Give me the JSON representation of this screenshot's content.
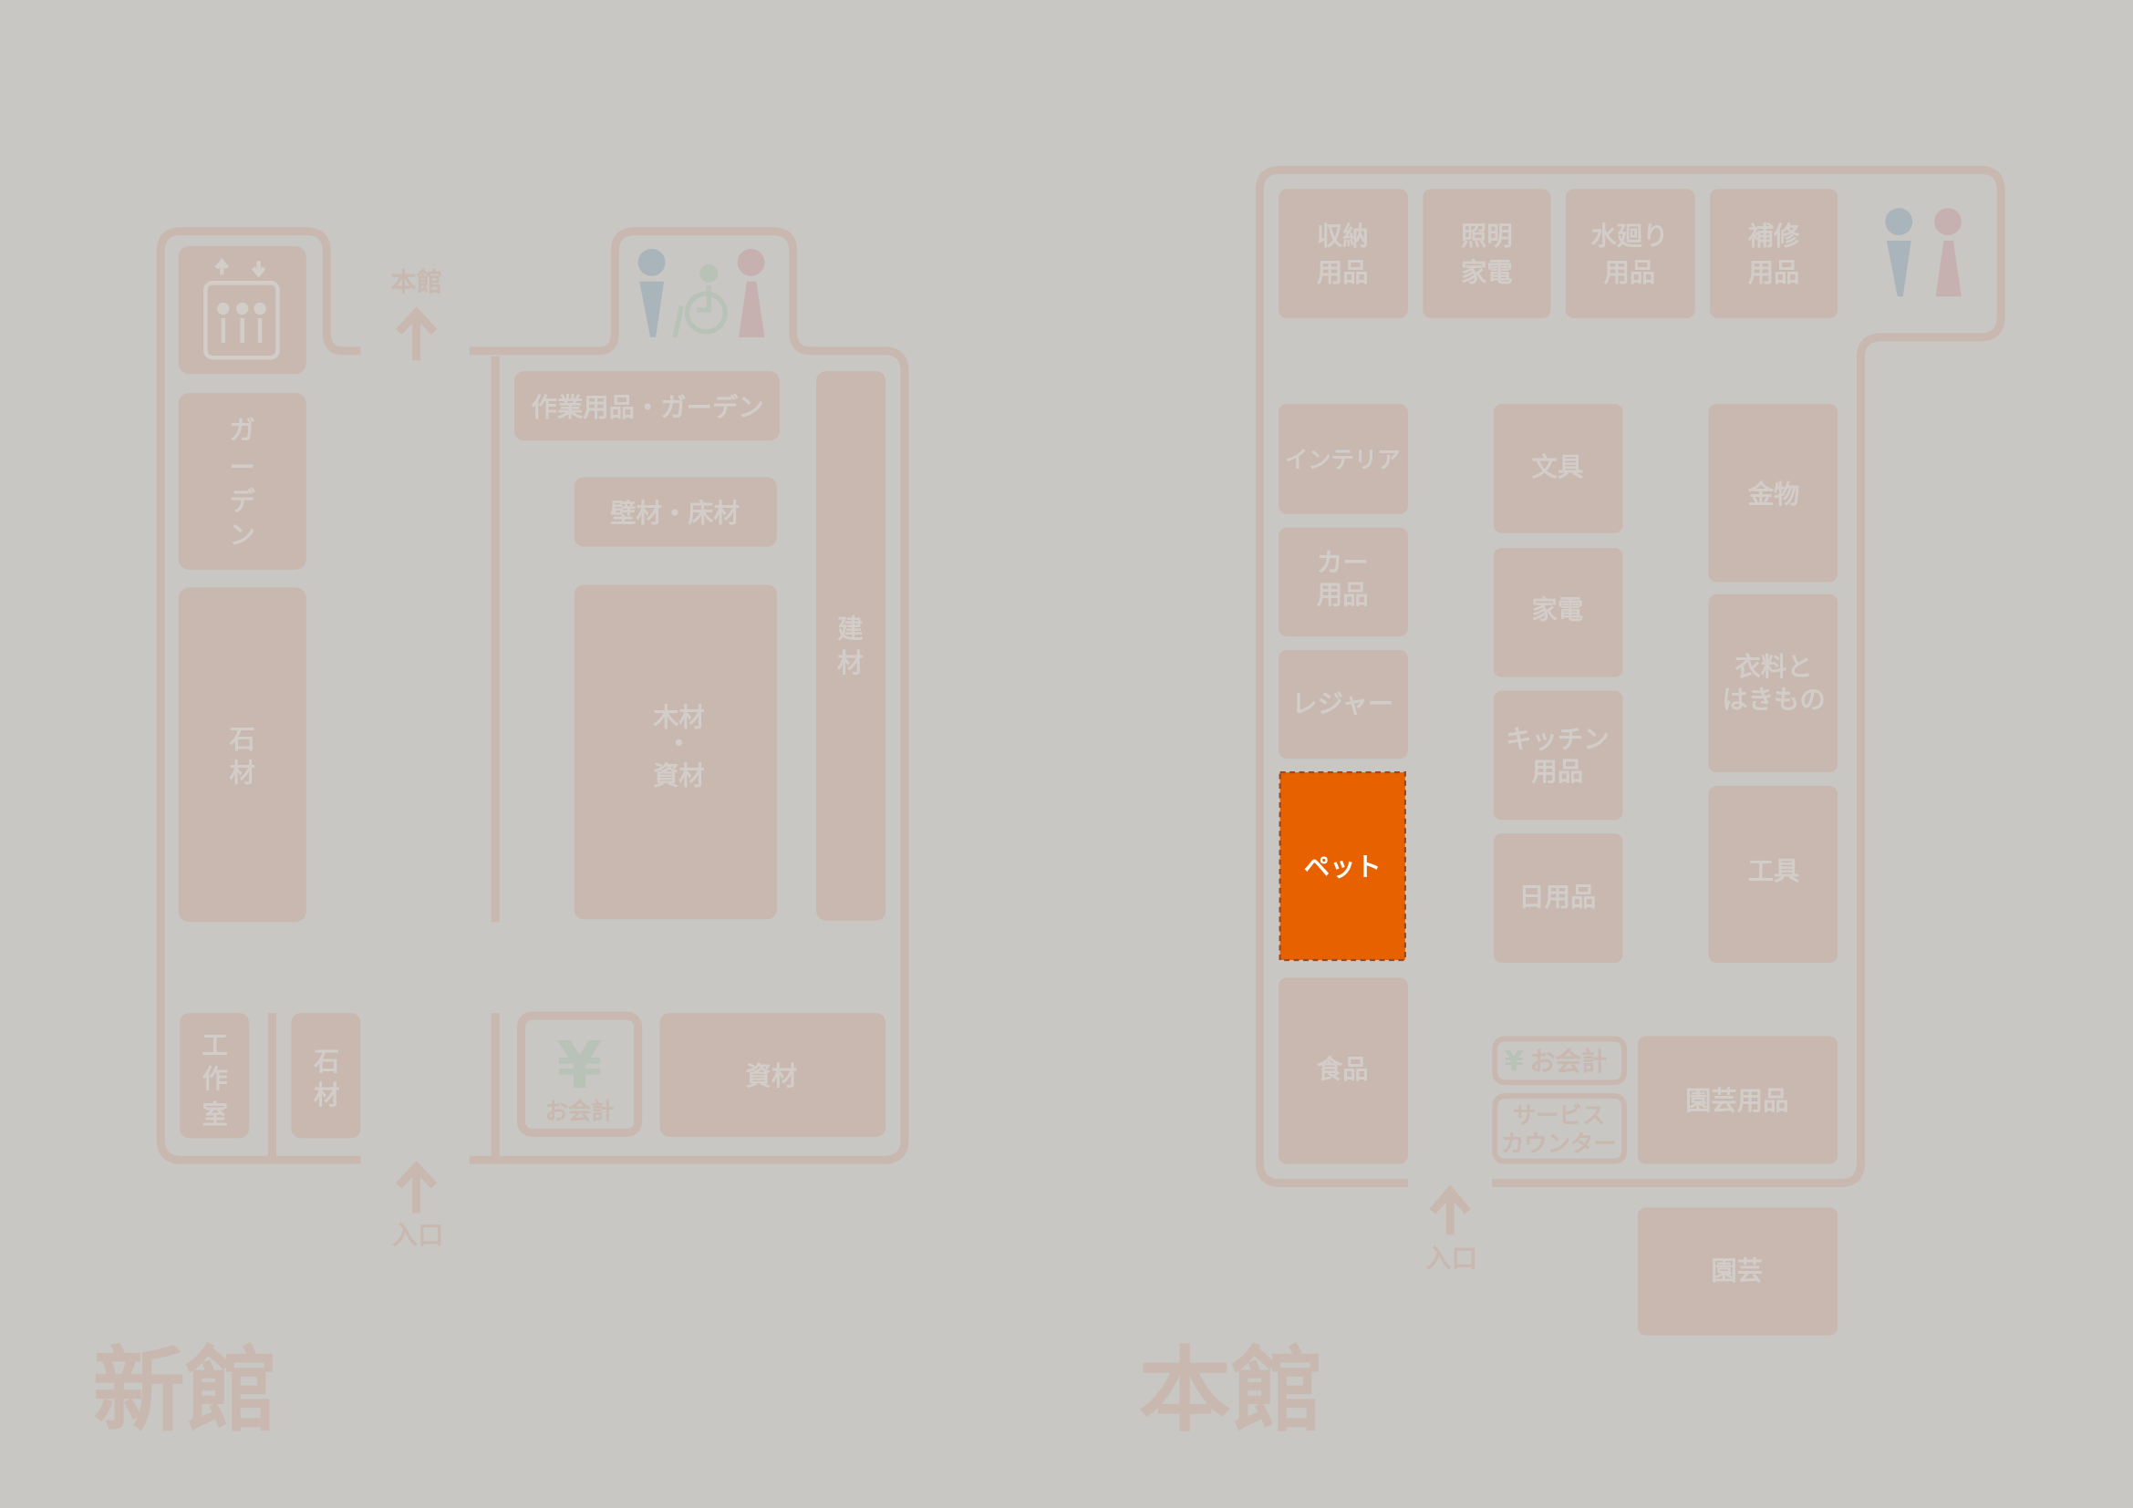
{
  "buildings": {
    "new": {
      "title": "新館",
      "to_main": "本館",
      "entrance": "入口",
      "areas": {
        "garden": [
          "ガ",
          "ー",
          "デ",
          "ン"
        ],
        "stone1": [
          "石",
          "材"
        ],
        "workshop": [
          "工",
          "作",
          "室"
        ],
        "stone2": [
          "石",
          "材"
        ],
        "work_garden": "作業用品・ガーデン",
        "wall_floor": "壁材・床材",
        "wood": [
          "木材",
          "・",
          "資材"
        ],
        "build": [
          "建",
          "材"
        ],
        "checkout": "お会計",
        "material": "資材"
      }
    },
    "main": {
      "title": "本館",
      "entrance": "入口",
      "areas": {
        "storage": [
          "収納",
          "用品"
        ],
        "lighting": [
          "照明",
          "家電"
        ],
        "water": [
          "水廻り",
          "用品"
        ],
        "repair": [
          "補修",
          "用品"
        ],
        "interior": "インテリア",
        "car": [
          "カー",
          "用品"
        ],
        "leisure": "レジャー",
        "pet": "ペット",
        "food": "食品",
        "stationery": "文具",
        "appliance": "家電",
        "kitchen": [
          "キッチン",
          "用品"
        ],
        "daily": "日用品",
        "hardware": "金物",
        "clothing": [
          "衣料と",
          "はきもの"
        ],
        "tools": "工具",
        "checkout": "お会計",
        "service": [
          "サービス",
          "カウンター"
        ],
        "garden_goods": "園芸用品",
        "garden": "園芸"
      }
    }
  },
  "colors": {
    "background": "#c9c7c4",
    "block": "#c8b8af",
    "selected": "#e86100",
    "male": "#aab4bb",
    "female": "#c6b1b0",
    "accessible": "#b9c2b6"
  }
}
